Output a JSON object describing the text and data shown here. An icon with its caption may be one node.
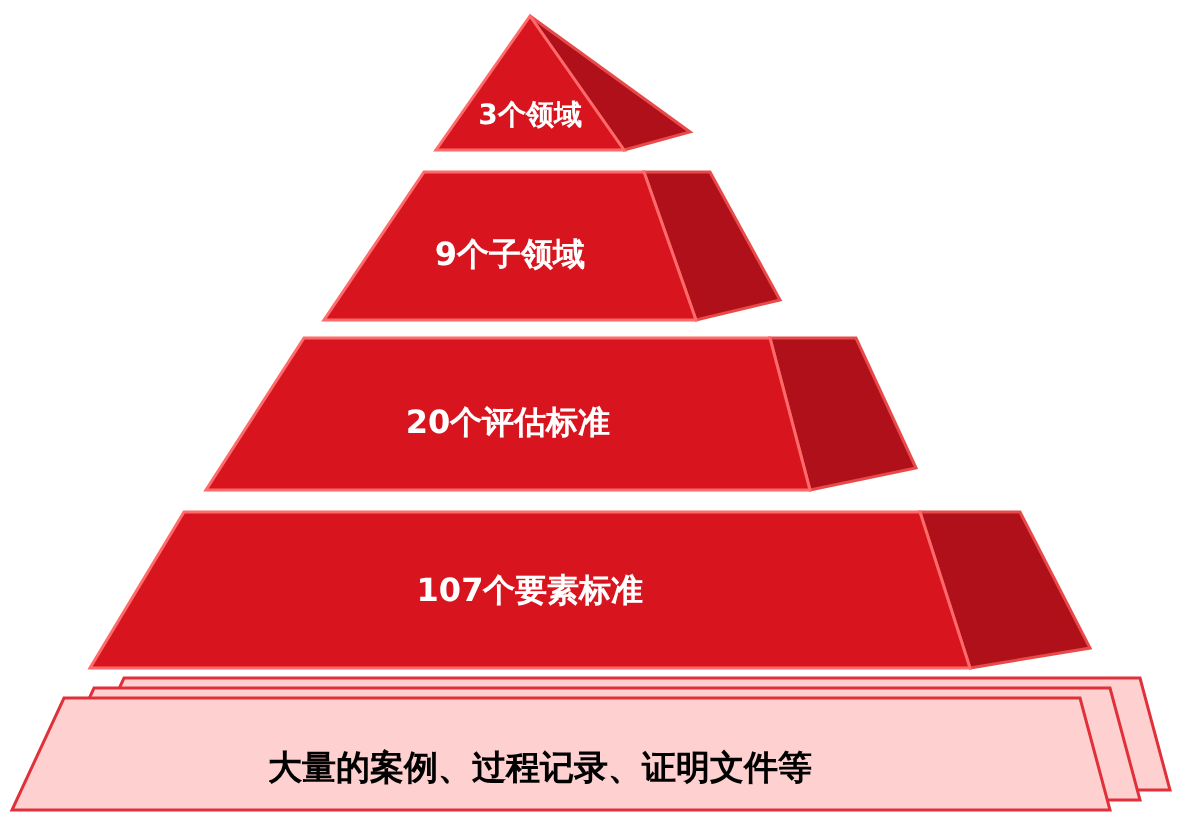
{
  "diagram": {
    "nodes": [
      {
        "text": [
          "3个领域"
        ]
      },
      {
        "text": [
          "9个子领域"
        ]
      },
      {
        "text": [
          "20个评估标准"
        ]
      },
      {
        "text": [
          "107个要素标准"
        ]
      },
      {
        "text": [
          "大量的案例、过程记录、证明文件等"
        ]
      }
    ],
    "edges": []
  }
}
